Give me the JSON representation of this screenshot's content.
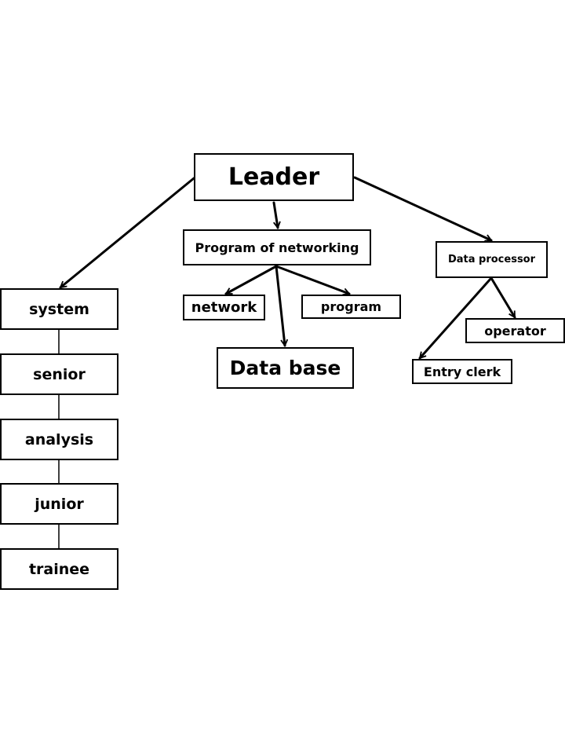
{
  "nodes": {
    "leader": "Leader",
    "program_of_networking": "Program of networking",
    "data_processor": "Data processor",
    "network": "network",
    "program": "program",
    "data_base": "Data base",
    "operator": "operator",
    "entry_clerk": "Entry clerk",
    "system": "system",
    "senior": "senior",
    "analysis": "analysis",
    "junior": "junior",
    "trainee": "trainee"
  },
  "colors": {
    "line": "#000000",
    "background": "#ffffff"
  }
}
